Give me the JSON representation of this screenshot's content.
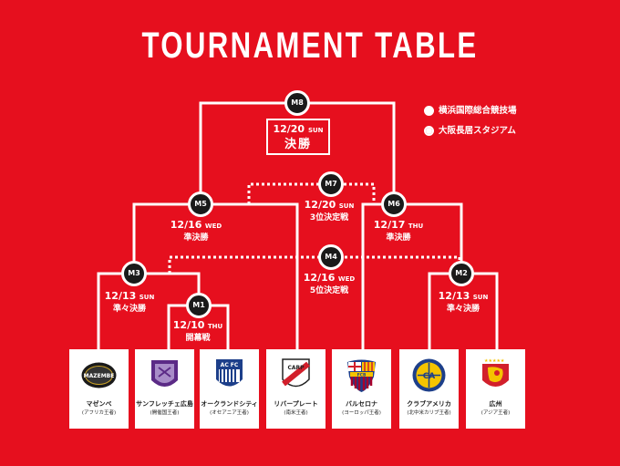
{
  "title": "TOURNAMENT TABLE",
  "legend": [
    {
      "icon": "filled-circle",
      "label": "横浜国際総合競技場"
    },
    {
      "icon": "ring-circle",
      "label": "大阪長居スタジアム"
    }
  ],
  "matches": {
    "M8": {
      "node": "M8",
      "date": "12/20",
      "day": "SUN",
      "round": "決勝"
    },
    "M7": {
      "node": "M7",
      "date": "12/20",
      "day": "SUN",
      "round": "3位決定戦"
    },
    "M6": {
      "node": "M6",
      "date": "12/17",
      "day": "THU",
      "round": "準決勝"
    },
    "M5": {
      "node": "M5",
      "date": "12/16",
      "day": "WED",
      "round": "準決勝"
    },
    "M4": {
      "node": "M4",
      "date": "12/16",
      "day": "WED",
      "round": "5位決定戦"
    },
    "M3": {
      "node": "M3",
      "date": "12/13",
      "day": "SUN",
      "round": "準々決勝"
    },
    "M2": {
      "node": "M2",
      "date": "12/13",
      "day": "SUN",
      "round": "準々決勝"
    },
    "M1": {
      "node": "M1",
      "date": "12/10",
      "day": "THU",
      "round": "開幕戦"
    }
  },
  "teams": [
    {
      "name": "マゼンベ",
      "region": "(アフリカ王者)",
      "crest": "mazembe-crest",
      "crest_text": "MAZEMBE",
      "color": "#1a1a1a"
    },
    {
      "name": "サンフレッチェ広島",
      "region": "(開催国王者)",
      "crest": "sanfrecce-crest",
      "crest_text": "",
      "color": "#5b2a86"
    },
    {
      "name": "オークランドシティ",
      "region": "(オセアニア王者)",
      "crest": "auckland-crest",
      "crest_text": "AC FC",
      "color": "#1d3f8a"
    },
    {
      "name": "リバープレート",
      "region": "(南米王者)",
      "crest": "riverplate-crest",
      "crest_text": "CARP",
      "color": "#d21f2b"
    },
    {
      "name": "バルセロナ",
      "region": "(ヨーロッパ王者)",
      "crest": "barcelona-crest",
      "crest_text": "FCB",
      "color": "#1d3f8a"
    },
    {
      "name": "クラブアメリカ",
      "region": "(北中米カリブ王者)",
      "crest": "america-crest",
      "crest_text": "CA",
      "color": "#f5c400"
    },
    {
      "name": "広州",
      "region": "(アジア王者)",
      "crest": "guangzhou-crest",
      "crest_text": "",
      "color": "#d21f2b"
    }
  ]
}
